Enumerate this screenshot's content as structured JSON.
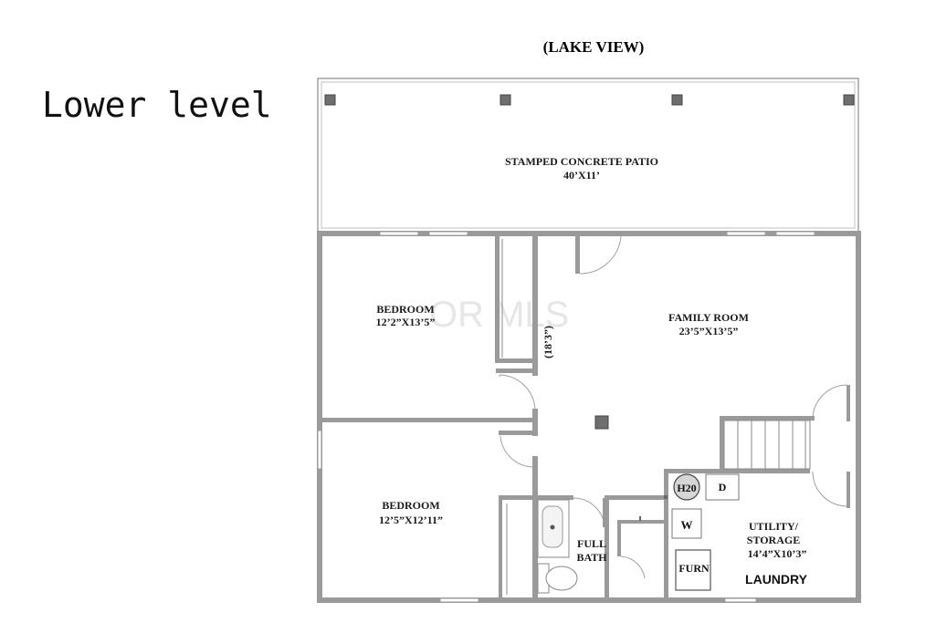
{
  "page": {
    "title": "Lower level",
    "orientation_label": "(LAKE VIEW)",
    "watermark": "OR MLS"
  },
  "rooms": {
    "patio": {
      "name": "STAMPED CONCRETE PATIO",
      "size": "40’X11’"
    },
    "bedroom1": {
      "name": "BEDROOM",
      "size": "12’2”X13’5”"
    },
    "family_room": {
      "name": "FAMILY ROOM",
      "size": "23’5”X13’5”"
    },
    "hall_dimension": "(18’3”)",
    "bedroom2": {
      "name": "BEDROOM",
      "size": "12’5”X12’11”"
    },
    "full_bath": {
      "line1": "FULL",
      "line2": "BATH"
    },
    "utility": {
      "line1": "UTILITY/",
      "line2": "STORAGE",
      "size": "14’4”X10’3”"
    },
    "laundry": "LAUNDRY"
  },
  "fixtures": {
    "water_heater": "H20",
    "dryer": "D",
    "washer": "W",
    "furnace": "FURN"
  },
  "colors": {
    "wall": "#9a9a9a",
    "post": "#6e6e6e",
    "background": "#ffffff"
  }
}
